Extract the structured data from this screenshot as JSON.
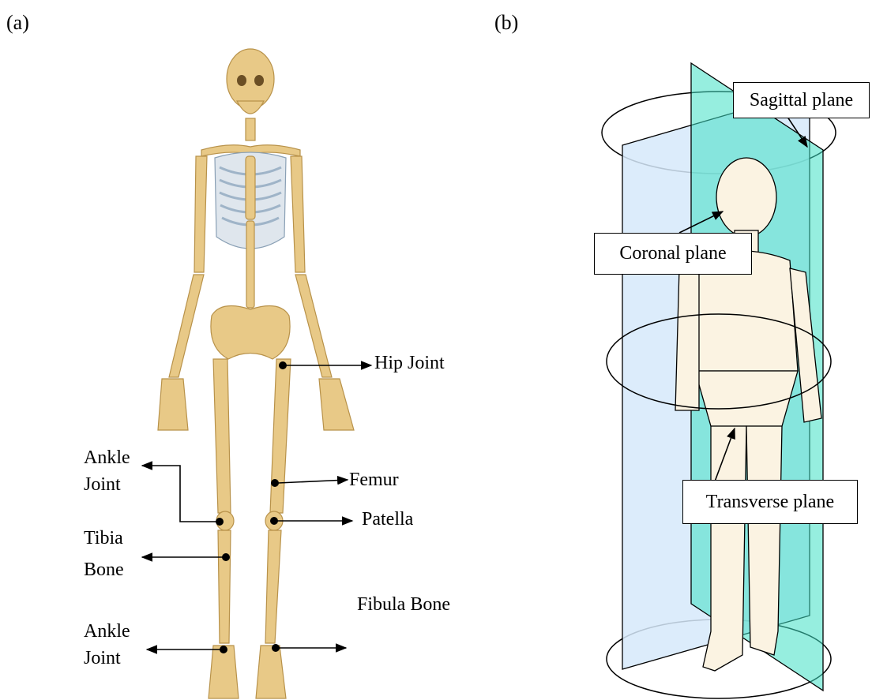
{
  "panels": {
    "a": {
      "tag": "(a)",
      "labels": {
        "hip_joint": "Hip Joint",
        "ankle_joint_upper_l1": "Ankle",
        "ankle_joint_upper_l2": "Joint",
        "femur": "Femur",
        "patella": "Patella",
        "tibia_l1": "Tibia",
        "tibia_l2": "Bone",
        "fibula": "Fibula Bone",
        "ankle_joint_lower_l1": "Ankle",
        "ankle_joint_lower_l2": "Joint"
      }
    },
    "b": {
      "tag": "(b)",
      "labels": {
        "sagittal": "Sagittal plane",
        "coronal": "Coronal plane",
        "transverse": "Transverse plane"
      }
    }
  },
  "colors": {
    "bone": "#e8c987",
    "bone_dark": "#b8924a",
    "rib": "#b9c8d6",
    "coronal_plane": "#d6e9fa",
    "sagittal_plane": "#3fe0c4",
    "skin": "#fbf3e2",
    "outline": "#000000"
  }
}
